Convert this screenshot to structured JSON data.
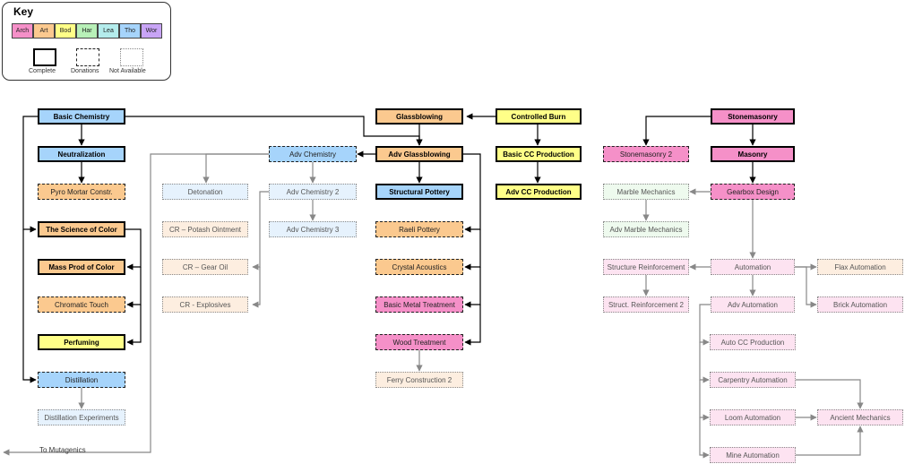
{
  "key": {
    "title": "Key",
    "categories": [
      {
        "code": "Arch",
        "color": "#f590c8"
      },
      {
        "code": "Art",
        "color": "#fbc98f"
      },
      {
        "code": "Bod",
        "color": "#ffff88"
      },
      {
        "code": "Har",
        "color": "#b8f0b8"
      },
      {
        "code": "Lea",
        "color": "#b4ecec"
      },
      {
        "code": "Tho",
        "color": "#a6d4fb"
      },
      {
        "code": "Wor",
        "color": "#c8a4f6"
      }
    ],
    "legend": {
      "complete": "Complete",
      "donations": "Donations",
      "not_available": "Not Available"
    }
  },
  "nodes": {
    "basic_chemistry": {
      "label": "Basic Chemistry",
      "category": "Tho",
      "status": "complete"
    },
    "neutralization": {
      "label": "Neutralization",
      "category": "Tho",
      "status": "complete"
    },
    "pyro_mortar": {
      "label": "Pyro Mortar Constr.",
      "category": "Art",
      "status": "donations"
    },
    "science_of_color": {
      "label": "The Science of Color",
      "category": "Art",
      "status": "complete"
    },
    "mass_prod_color": {
      "label": "Mass Prod of Color",
      "category": "Art",
      "status": "complete"
    },
    "chromatic_touch": {
      "label": "Chromatic Touch",
      "category": "Art",
      "status": "donations"
    },
    "perfuming": {
      "label": "Perfuming",
      "category": "Bod",
      "status": "complete"
    },
    "distillation": {
      "label": "Distillation",
      "category": "Tho",
      "status": "donations"
    },
    "distillation_exp": {
      "label": "Distillation Experiments",
      "category": "Tho",
      "status": "not_available"
    },
    "detonation": {
      "label": "Detonation",
      "category": "Tho",
      "status": "not_available"
    },
    "cr_potash": {
      "label": "CR – Potash Ointment",
      "category": "Art",
      "status": "not_available"
    },
    "cr_gear_oil": {
      "label": "CR – Gear Oil",
      "category": "Art",
      "status": "not_available"
    },
    "cr_explosives": {
      "label": "CR - Explosives",
      "category": "Art",
      "status": "not_available"
    },
    "adv_chemistry": {
      "label": "Adv Chemistry",
      "category": "Tho",
      "status": "donations"
    },
    "adv_chemistry_2": {
      "label": "Adv Chemistry 2",
      "category": "Tho",
      "status": "not_available"
    },
    "adv_chemistry_3": {
      "label": "Adv Chemistry 3",
      "category": "Tho",
      "status": "not_available"
    },
    "glassblowing": {
      "label": "Glassblowing",
      "category": "Art",
      "status": "complete"
    },
    "adv_glassblowing": {
      "label": "Adv Glassblowing",
      "category": "Art",
      "status": "complete"
    },
    "structural_pottery": {
      "label": "Structural Pottery",
      "category": "Tho",
      "status": "complete"
    },
    "raeli_pottery": {
      "label": "Raeli Pottery",
      "category": "Art",
      "status": "donations"
    },
    "crystal_acoustics": {
      "label": "Crystal Acoustics",
      "category": "Art",
      "status": "donations"
    },
    "basic_metal": {
      "label": "Basic Metal Treatment",
      "category": "Arch",
      "status": "donations"
    },
    "wood_treatment": {
      "label": "Wood Treatment",
      "category": "Arch",
      "status": "donations"
    },
    "ferry_construction_2": {
      "label": "Ferry Construction 2",
      "category": "Art",
      "status": "not_available"
    },
    "controlled_burn": {
      "label": "Controlled Burn",
      "category": "Bod",
      "status": "complete"
    },
    "basic_cc": {
      "label": "Basic CC Production",
      "category": "Bod",
      "status": "complete"
    },
    "adv_cc": {
      "label": "Adv CC Production",
      "category": "Bod",
      "status": "complete"
    },
    "stonemasonry": {
      "label": "Stonemasonry",
      "category": "Arch",
      "status": "complete"
    },
    "stonemasonry_2": {
      "label": "Stonemasonry 2",
      "category": "Arch",
      "status": "donations"
    },
    "masonry": {
      "label": "Masonry",
      "category": "Arch",
      "status": "complete"
    },
    "marble_mechanics": {
      "label": "Marble Mechanics",
      "category": "Har",
      "status": "not_available"
    },
    "adv_marble": {
      "label": "Adv Marble Mechanics",
      "category": "Har",
      "status": "not_available"
    },
    "gearbox_design": {
      "label": "Gearbox Design",
      "category": "Arch",
      "status": "donations"
    },
    "structure_reinforcement": {
      "label": "Structure Reinforcement",
      "category": "Arch",
      "status": "not_available"
    },
    "struct_reinforcement_2": {
      "label": "Struct. Reinforcement 2",
      "category": "Arch",
      "status": "not_available"
    },
    "automation": {
      "label": "Automation",
      "category": "Arch",
      "status": "not_available"
    },
    "flax_automation": {
      "label": "Flax Automation",
      "category": "Art",
      "status": "not_available"
    },
    "adv_automation": {
      "label": "Adv Automation",
      "category": "Arch",
      "status": "not_available"
    },
    "brick_automation": {
      "label": "Brick Automation",
      "category": "Arch",
      "status": "not_available"
    },
    "auto_cc": {
      "label": "Auto CC Production",
      "category": "Arch",
      "status": "not_available"
    },
    "carpentry_automation": {
      "label": "Carpentry Automation",
      "category": "Arch",
      "status": "not_available"
    },
    "loom_automation": {
      "label": "Loom Automation",
      "category": "Arch",
      "status": "not_available"
    },
    "ancient_mechanics": {
      "label": "Ancient Mechanics",
      "category": "Arch",
      "status": "not_available"
    },
    "mine_automation": {
      "label": "Mine Automation",
      "category": "Arch",
      "status": "not_available"
    }
  },
  "edges": [
    [
      "basic_chemistry",
      "neutralization"
    ],
    [
      "neutralization",
      "pyro_mortar"
    ],
    [
      "basic_chemistry",
      "science_of_color"
    ],
    [
      "basic_chemistry",
      "distillation"
    ],
    [
      "basic_chemistry",
      "adv_glassblowing"
    ],
    [
      "science_of_color",
      "mass_prod_color"
    ],
    [
      "science_of_color",
      "chromatic_touch"
    ],
    [
      "science_of_color",
      "perfuming"
    ],
    [
      "distillation",
      "distillation_exp"
    ],
    [
      "adv_chemistry",
      "detonation"
    ],
    [
      "adv_chemistry",
      "adv_chemistry_2"
    ],
    [
      "adv_chemistry_2",
      "adv_chemistry_3"
    ],
    [
      "adv_chemistry_2",
      "cr_gear_oil"
    ],
    [
      "adv_chemistry_2",
      "cr_explosives"
    ],
    [
      "glassblowing",
      "adv_glassblowing"
    ],
    [
      "adv_glassblowing",
      "adv_chemistry"
    ],
    [
      "adv_glassblowing",
      "structural_pottery"
    ],
    [
      "adv_glassblowing",
      "raeli_pottery"
    ],
    [
      "adv_glassblowing",
      "crystal_acoustics"
    ],
    [
      "adv_glassblowing",
      "basic_metal"
    ],
    [
      "adv_glassblowing",
      "wood_treatment"
    ],
    [
      "wood_treatment",
      "ferry_construction_2"
    ],
    [
      "controlled_burn",
      "glassblowing"
    ],
    [
      "controlled_burn",
      "basic_cc"
    ],
    [
      "basic_cc",
      "adv_cc"
    ],
    [
      "stonemasonry",
      "stonemasonry_2"
    ],
    [
      "stonemasonry",
      "masonry"
    ],
    [
      "masonry",
      "gearbox_design"
    ],
    [
      "gearbox_design",
      "marble_mechanics"
    ],
    [
      "marble_mechanics",
      "adv_marble"
    ],
    [
      "gearbox_design",
      "automation"
    ],
    [
      "automation",
      "structure_reinforcement"
    ],
    [
      "structure_reinforcement",
      "struct_reinforcement_2"
    ],
    [
      "automation",
      "flax_automation"
    ],
    [
      "automation",
      "adv_automation"
    ],
    [
      "automation",
      "brick_automation"
    ],
    [
      "adv_automation",
      "auto_cc"
    ],
    [
      "adv_automation",
      "carpentry_automation"
    ],
    [
      "adv_automation",
      "loom_automation"
    ],
    [
      "adv_automation",
      "mine_automation"
    ],
    [
      "carpentry_automation",
      "ancient_mechanics"
    ],
    [
      "loom_automation",
      "ancient_mechanics"
    ],
    [
      "mine_automation",
      "ancient_mechanics"
    ]
  ],
  "footer": {
    "to_mutagenics": "To Mutagenics"
  }
}
